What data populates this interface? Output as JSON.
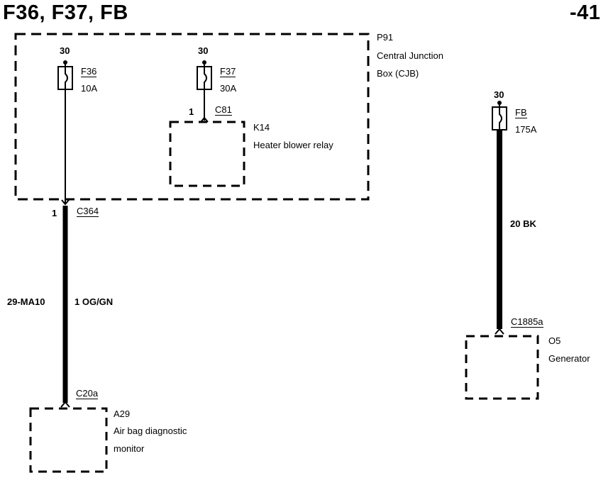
{
  "header": {
    "title": "F36, F37, FB",
    "page_ref": "-41"
  },
  "cjb": {
    "ref": "P91",
    "name_line1": "Central Junction",
    "name_line2": "Box (CJB)"
  },
  "fuses": [
    {
      "id": "f36",
      "feed": "30",
      "name": "F36",
      "rating": "10A"
    },
    {
      "id": "f37",
      "feed": "30",
      "name": "F37",
      "rating": "30A"
    },
    {
      "id": "fb",
      "feed": "30",
      "name": "FB",
      "rating": "175A"
    }
  ],
  "relay": {
    "ref": "K14",
    "name": "Heater blower relay",
    "connector": "C81",
    "pin": "1"
  },
  "wire_f36": {
    "connector_top": "C364",
    "pin_top": "1",
    "circuit": "29-MA10",
    "color": "1 OG/GN",
    "connector_bottom": "C20a"
  },
  "airbag_module": {
    "ref": "A29",
    "name_line1": "Air bag diagnostic",
    "name_line2": "monitor"
  },
  "wire_fb": {
    "color": "20 BK",
    "connector_bottom": "C1885a"
  },
  "generator": {
    "ref": "O5",
    "name": "Generator"
  }
}
